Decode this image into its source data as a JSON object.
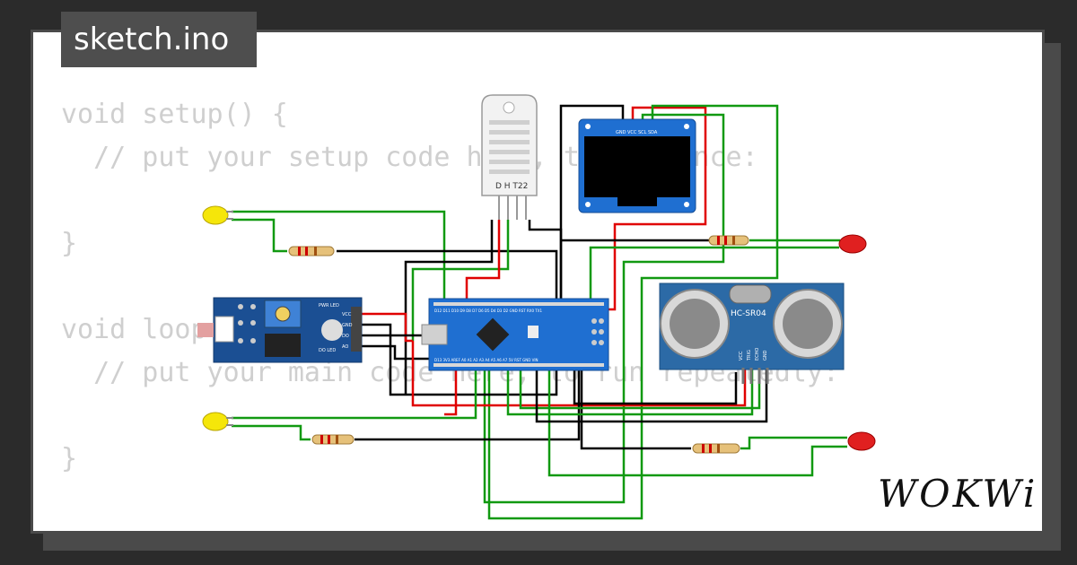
{
  "tab": {
    "label": "sketch.ino"
  },
  "code_lines": [
    "void setup() {",
    "  // put your setup code here, to run once:",
    "",
    "}",
    "",
    "void loop() {",
    "  // put your main code here, to run repeatedly:",
    "",
    "}"
  ],
  "components": {
    "dht": {
      "label": "D H T22"
    },
    "oled": {
      "pins": [
        "GND",
        "VCC",
        "SCL",
        "SDA"
      ]
    },
    "ultrasonic": {
      "label": "HC-SR04",
      "pins": [
        "VCC",
        "TRIG",
        "ECHO",
        "GND"
      ]
    },
    "ldr_module": {
      "pins": [
        "VCC",
        "GND",
        "DO",
        "AO"
      ],
      "leds": [
        "PWR LED",
        "DO LED"
      ]
    },
    "nano": {
      "top_pins": "D12 D11 D10 D9 D8 D7 D6 D5 D4 D3 D2 GND RST RX0 TX1",
      "bottom_pins": "D13 3V3 AREF A0 A1 A2 A3 A4 A5 A6 A7 5V RST GND VIN"
    }
  },
  "brand": {
    "name": "WOKWi"
  },
  "colors": {
    "background": "#2b2b2b",
    "card": "#ffffff",
    "wire_red": "#e00000",
    "wire_green": "#119911",
    "wire_black": "#000000",
    "board_blue": "#1f6fd1"
  }
}
